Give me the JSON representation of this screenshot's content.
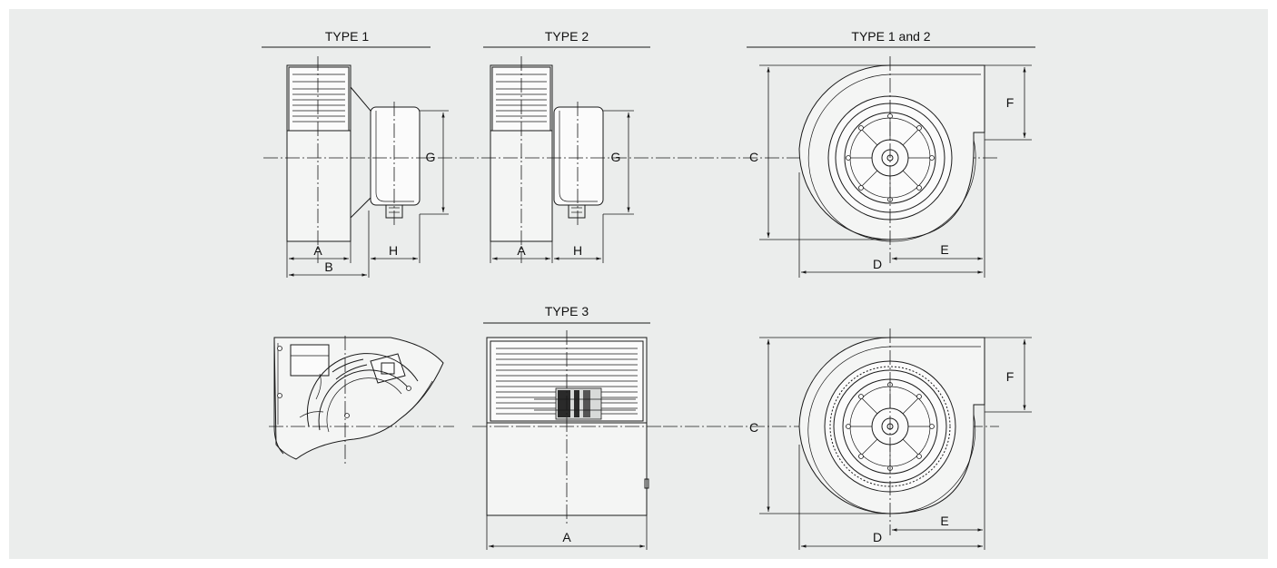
{
  "titles": {
    "type1": "TYPE 1",
    "type2": "TYPE 2",
    "type12": "TYPE 1 and 2",
    "type3": "TYPE 3"
  },
  "dims": {
    "a": "A",
    "b": "B",
    "c": "C",
    "d": "D",
    "e": "E",
    "f": "F",
    "g": "G",
    "h": "H"
  },
  "colors": {
    "background": "#ebedec",
    "line": "#1a1a1a"
  }
}
